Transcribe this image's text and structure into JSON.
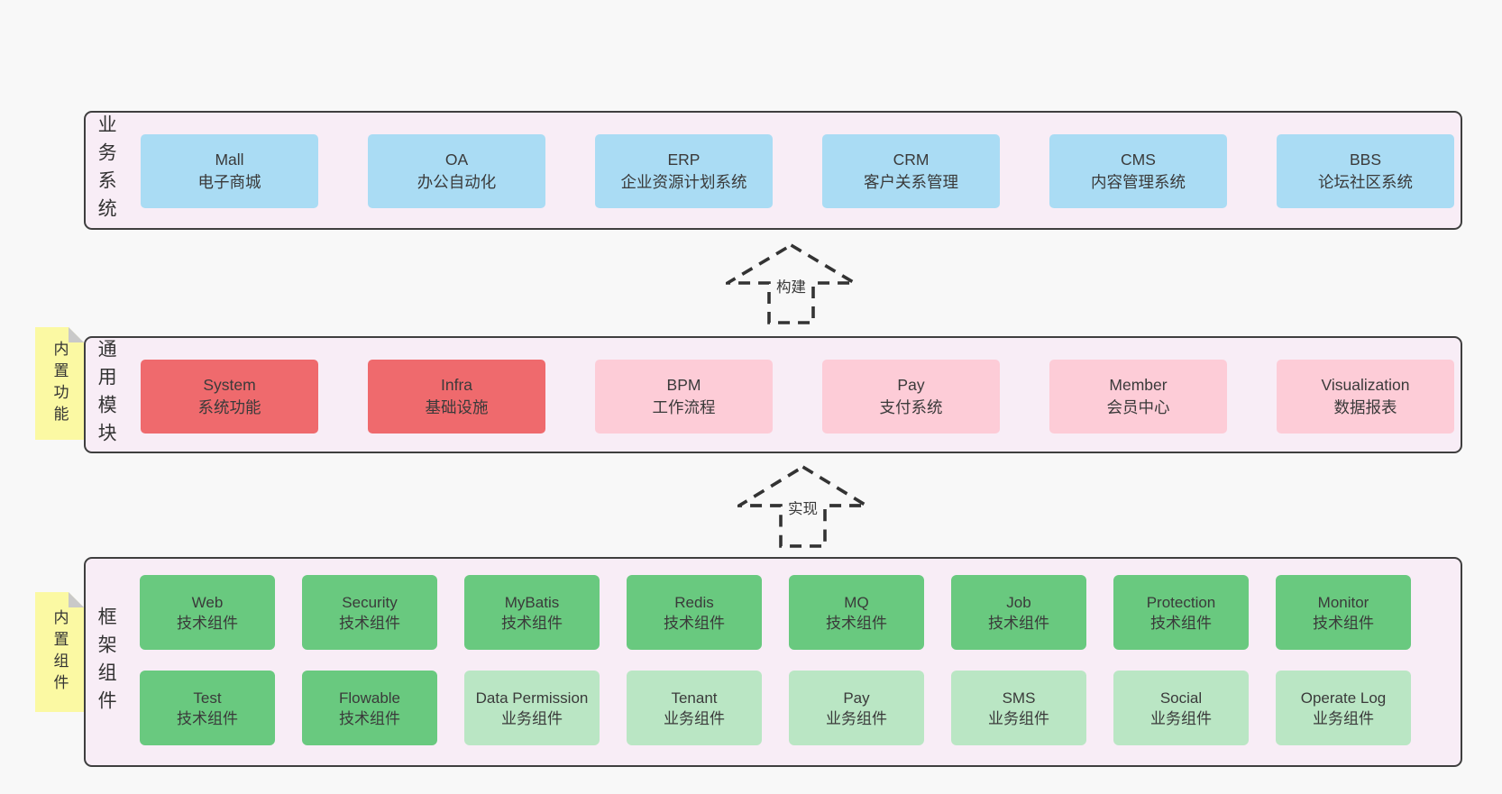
{
  "colors": {
    "page_bg": "#f8f8f8",
    "band_bg": "#f8edf6",
    "band_border": "#3f3f3f",
    "blue": "#aadcf4",
    "red": "#ef6a6d",
    "pink": "#fdccd7",
    "green": "#69c97f",
    "green_light": "#bae6c4",
    "sticky_yellow": "#fbf9a3",
    "sticky_fold_gray": "#c9c9c9",
    "text": "#3b3b3b"
  },
  "bands": [
    {
      "label": "业务系统",
      "boxes": [
        {
          "title": "Mall",
          "subtitle": "电子商城",
          "variant": "blue"
        },
        {
          "title": "OA",
          "subtitle": "办公自动化",
          "variant": "blue"
        },
        {
          "title": "ERP",
          "subtitle": "企业资源计划系统",
          "variant": "blue"
        },
        {
          "title": "CRM",
          "subtitle": "客户关系管理",
          "variant": "blue"
        },
        {
          "title": "CMS",
          "subtitle": "内容管理系统",
          "variant": "blue"
        },
        {
          "title": "BBS",
          "subtitle": "论坛社区系统",
          "variant": "blue"
        }
      ]
    },
    {
      "label": "通用模块",
      "sticky": "内置功能",
      "boxes": [
        {
          "title": "System",
          "subtitle": "系统功能",
          "variant": "red"
        },
        {
          "title": "Infra",
          "subtitle": "基础设施",
          "variant": "red"
        },
        {
          "title": "BPM",
          "subtitle": "工作流程",
          "variant": "pink"
        },
        {
          "title": "Pay",
          "subtitle": "支付系统",
          "variant": "pink"
        },
        {
          "title": "Member",
          "subtitle": "会员中心",
          "variant": "pink"
        },
        {
          "title": "Visualization",
          "subtitle": "数据报表",
          "variant": "pink"
        }
      ]
    },
    {
      "label": "框架组件",
      "sticky": "内置组件",
      "rows": [
        [
          {
            "title": "Web",
            "subtitle": "技术组件",
            "variant": "green"
          },
          {
            "title": "Security",
            "subtitle": "技术组件",
            "variant": "green"
          },
          {
            "title": "MyBatis",
            "subtitle": "技术组件",
            "variant": "green"
          },
          {
            "title": "Redis",
            "subtitle": "技术组件",
            "variant": "green"
          },
          {
            "title": "MQ",
            "subtitle": "技术组件",
            "variant": "green"
          },
          {
            "title": "Job",
            "subtitle": "技术组件",
            "variant": "green"
          },
          {
            "title": "Protection",
            "subtitle": "技术组件",
            "variant": "green"
          },
          {
            "title": "Monitor",
            "subtitle": "技术组件",
            "variant": "green"
          }
        ],
        [
          {
            "title": "Test",
            "subtitle": "技术组件",
            "variant": "green"
          },
          {
            "title": "Flowable",
            "subtitle": "技术组件",
            "variant": "green"
          },
          {
            "title": "Data Permission",
            "subtitle": "业务组件",
            "variant": "green-light"
          },
          {
            "title": "Tenant",
            "subtitle": "业务组件",
            "variant": "green-light"
          },
          {
            "title": "Pay",
            "subtitle": "业务组件",
            "variant": "green-light"
          },
          {
            "title": "SMS",
            "subtitle": "业务组件",
            "variant": "green-light"
          },
          {
            "title": "Social",
            "subtitle": "业务组件",
            "variant": "green-light"
          },
          {
            "title": "Operate Log",
            "subtitle": "业务组件",
            "variant": "green-light"
          }
        ]
      ]
    }
  ],
  "arrows": [
    {
      "label": "构建"
    },
    {
      "label": "实现"
    }
  ]
}
